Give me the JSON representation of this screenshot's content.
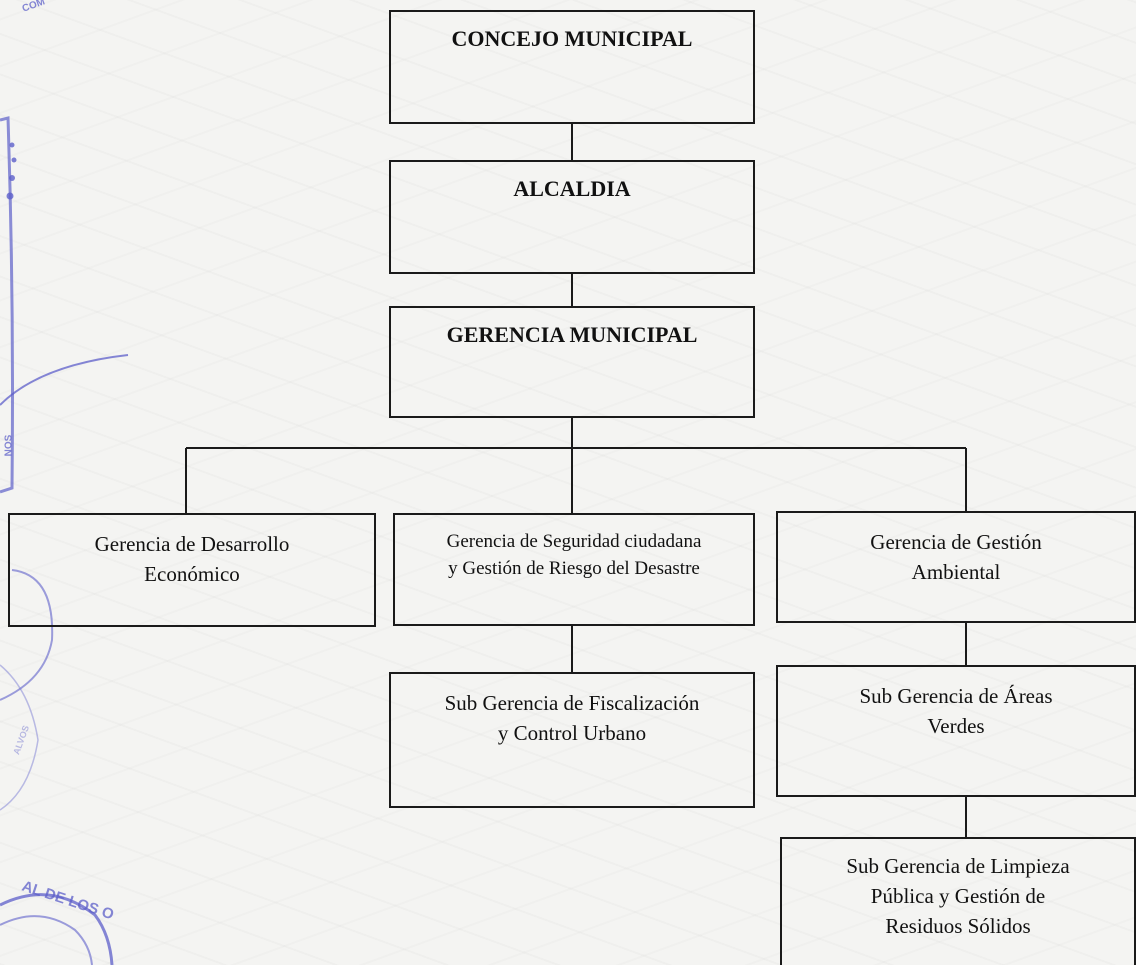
{
  "chart": {
    "nodes": [
      {
        "id": "concejo",
        "label": "CONCEJO MUNICIPAL"
      },
      {
        "id": "alcaldia",
        "label": "ALCALDIA"
      },
      {
        "id": "gerencia",
        "label": "GERENCIA MUNICIPAL"
      },
      {
        "id": "desarrollo",
        "label": "Gerencia de Desarrollo\nEconómico"
      },
      {
        "id": "seguridad",
        "label": "Gerencia de Seguridad ciudadana\ny Gestión de Riesgo del Desastre"
      },
      {
        "id": "ambiental",
        "label": "Gerencia de Gestión\nAmbiental"
      },
      {
        "id": "fiscalizacion",
        "label": "Sub Gerencia de Fiscalización\ny Control Urbano"
      },
      {
        "id": "areas",
        "label": "Sub Gerencia de Áreas\nVerdes"
      },
      {
        "id": "limpieza",
        "label": "Sub Gerencia de Limpieza\nPública y Gestión de\nResiduos Sólidos"
      }
    ],
    "edges": [
      {
        "from": "concejo",
        "to": "alcaldia"
      },
      {
        "from": "alcaldia",
        "to": "gerencia"
      },
      {
        "from": "gerencia",
        "to": "desarrollo"
      },
      {
        "from": "gerencia",
        "to": "seguridad"
      },
      {
        "from": "gerencia",
        "to": "ambiental"
      },
      {
        "from": "seguridad",
        "to": "fiscalizacion"
      },
      {
        "from": "ambiental",
        "to": "areas"
      },
      {
        "from": "areas",
        "to": "limpieza"
      }
    ]
  },
  "stamps": {
    "bottom_left_text": "AL DE LOS O",
    "side_text_1": "NOS",
    "side_text_2": "ALVOS",
    "top_left_text": "COM"
  },
  "colors": {
    "ink": "#1a1a1a",
    "stamp": "#5d5fc9",
    "paper": "#f4f4f2"
  }
}
